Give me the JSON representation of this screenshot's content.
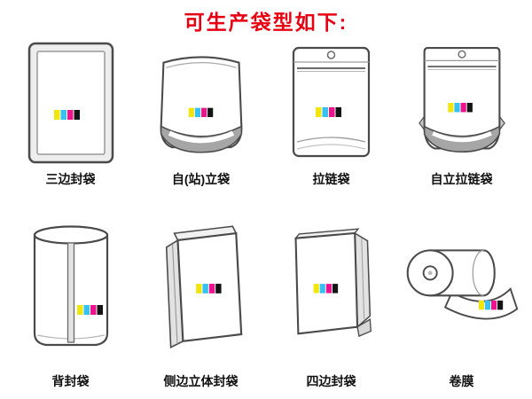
{
  "title": "可生产袋型如下:",
  "colors": {
    "title": "#e60012",
    "outline": "#4a4a4a",
    "yellow": "#f2e50b",
    "cyan": "#35c1f1",
    "magenta": "#ec148c",
    "black": "#141414"
  },
  "bags": [
    {
      "label": "三边封袋"
    },
    {
      "label": "自(站)立袋"
    },
    {
      "label": "拉链袋"
    },
    {
      "label": "自立拉链袋"
    },
    {
      "label": "背封袋"
    },
    {
      "label": "侧边立体封袋"
    },
    {
      "label": "四边封袋"
    },
    {
      "label": "卷膜"
    }
  ]
}
